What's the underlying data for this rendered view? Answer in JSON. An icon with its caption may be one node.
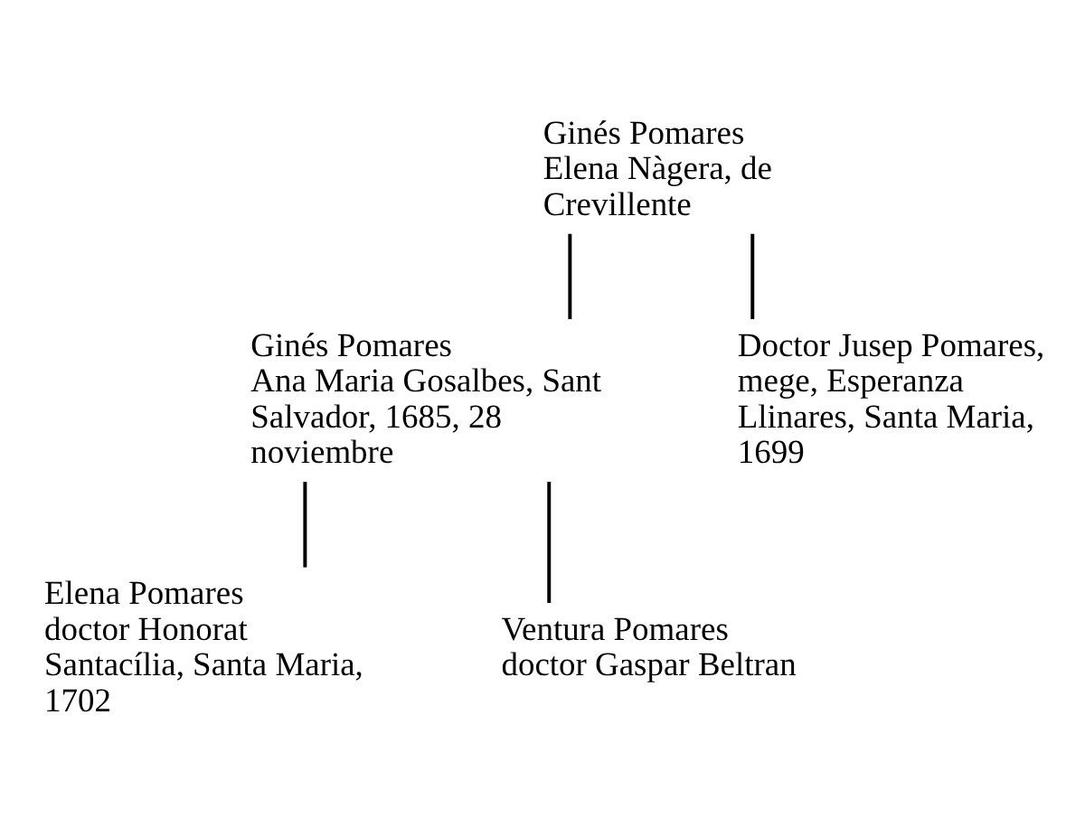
{
  "diagram": {
    "nodes": [
      {
        "text": [
          "Ginés Pomares",
          "Elena Nàgera, de Crevillente"
        ]
      },
      {
        "text": [
          "Ginés Pomares",
          "Ana Maria Gosalbes, Sant Salvador, 1685, 28 noviembre"
        ]
      },
      {
        "text": [
          "Doctor Jusep Pomares, mege, Esperanza Llinares, Santa Maria, 1699"
        ]
      },
      {
        "text": [
          "Elena Pomares",
          "doctor Honorat Santacília, Santa Maria, 1702"
        ]
      },
      {
        "text": [
          "Ventura Pomares",
          "doctor Gaspar Beltran"
        ]
      }
    ],
    "edges": [
      {
        "from": 0,
        "to": 1,
        "arrow": "none"
      },
      {
        "from": 0,
        "to": 2,
        "arrow": "none"
      },
      {
        "from": 1,
        "to": 3,
        "arrow": "none"
      },
      {
        "from": 1,
        "to": 4,
        "arrow": "none"
      }
    ]
  }
}
